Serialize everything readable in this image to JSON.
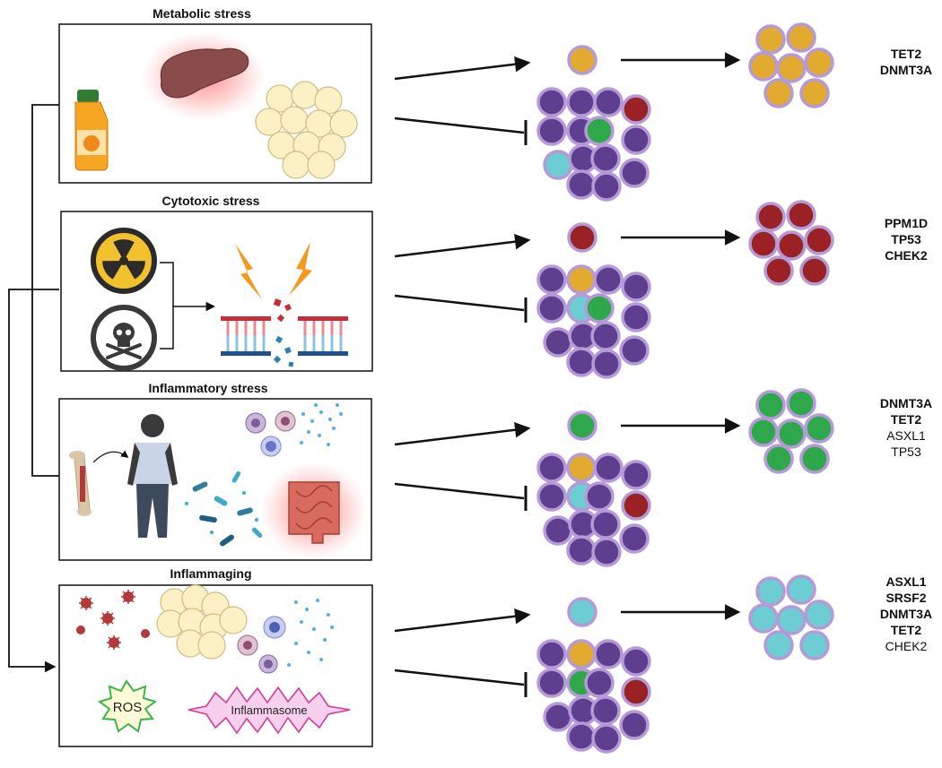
{
  "colors": {
    "TET2_DNMT3A": "#E2AA2E",
    "PPM1D_TP53": "#9B2224",
    "DNMT3A_inflammation": "#2EA84A",
    "ASXL1": "#6CCDD3",
    "normal_purple": "#5E3E8F",
    "purple_ring": "#B59AD8"
  },
  "panels": [
    {
      "id": "metabolic",
      "title": "Metabolic stress",
      "clone_color": "#E2AA2E",
      "genes": [
        {
          "name": "TET2",
          "bold": true
        },
        {
          "name": "DNMT3A",
          "bold": true
        }
      ],
      "icons": [
        "juice-bottle-icon",
        "pancreas-icon",
        "adipocytes-icon"
      ]
    },
    {
      "id": "cytotoxic",
      "title": "Cytotoxic stress",
      "clone_color": "#9B2224",
      "genes": [
        {
          "name": "PPM1D",
          "bold": true
        },
        {
          "name": "TP53",
          "bold": true
        },
        {
          "name": "CHEK2",
          "bold": true
        }
      ],
      "icons": [
        "radiation-icon",
        "skull-icon",
        "dna-break-icon"
      ]
    },
    {
      "id": "inflammatory",
      "title": "Inflammatory stress",
      "clone_color": "#2EA84A",
      "genes": [
        {
          "name": "DNMT3A",
          "bold": true
        },
        {
          "name": "TET2",
          "bold": true
        },
        {
          "name": "ASXL1",
          "bold": false
        },
        {
          "name": "TP53",
          "bold": false
        }
      ],
      "icons": [
        "bone-icon",
        "person-icon",
        "bacteria-icon",
        "immune-cells-icon",
        "intestine-icon"
      ]
    },
    {
      "id": "inflammaging",
      "title": "Inflammaging",
      "clone_color": "#6CCDD3",
      "genes": [
        {
          "name": "ASXL1",
          "bold": true
        },
        {
          "name": "SRSF2",
          "bold": true
        },
        {
          "name": "DNMT3A",
          "bold": true
        },
        {
          "name": "TET2",
          "bold": true
        },
        {
          "name": "CHEK2",
          "bold": false
        }
      ],
      "icons": [
        "virus-icon",
        "adipocytes-icon",
        "immune-cells-icon",
        "ros-burst-icon",
        "inflammasome-burst-icon"
      ],
      "ros_label": "ROS",
      "inflammasome_label": "Inflammasome"
    }
  ]
}
